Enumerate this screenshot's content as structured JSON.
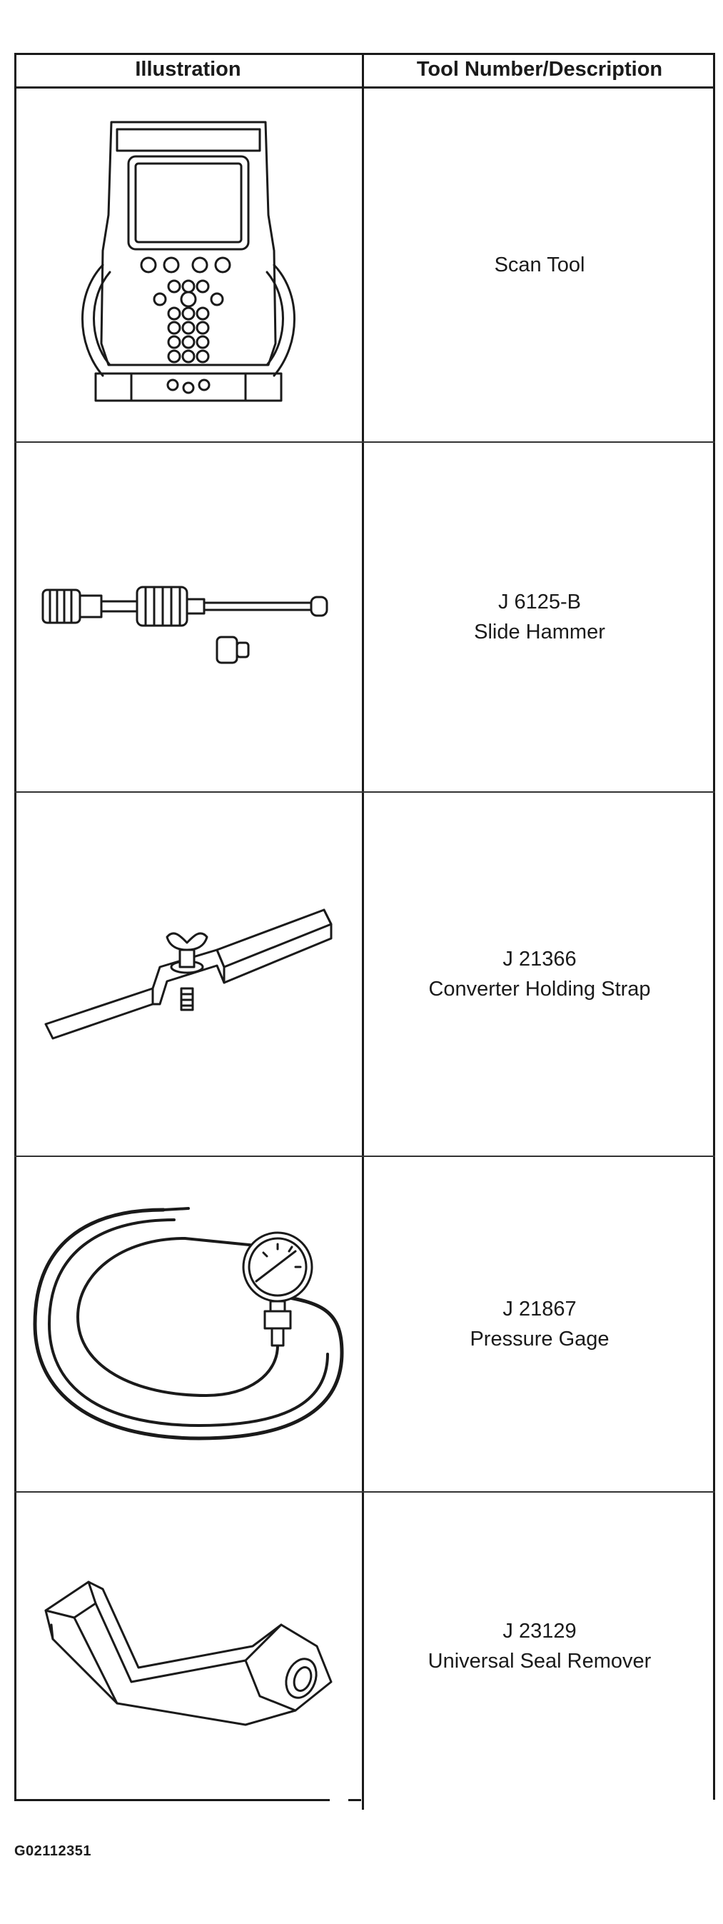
{
  "table": {
    "header": {
      "illustration": "Illustration",
      "description": "Tool Number/Description"
    },
    "rows": [
      {
        "number": "",
        "description": "Scan Tool",
        "illustration_icon": "scan-tool-icon"
      },
      {
        "number": "J 6125-B",
        "description": "Slide Hammer",
        "illustration_icon": "slide-hammer-icon"
      },
      {
        "number": "J 21366",
        "description": "Converter Holding Strap",
        "illustration_icon": "holding-strap-icon"
      },
      {
        "number": "J 21867",
        "description": "Pressure Gage",
        "illustration_icon": "pressure-gage-icon"
      },
      {
        "number": "J 23129",
        "description": "Universal Seal Remover",
        "illustration_icon": "seal-remover-icon"
      }
    ]
  },
  "figure_id": "G02112351"
}
